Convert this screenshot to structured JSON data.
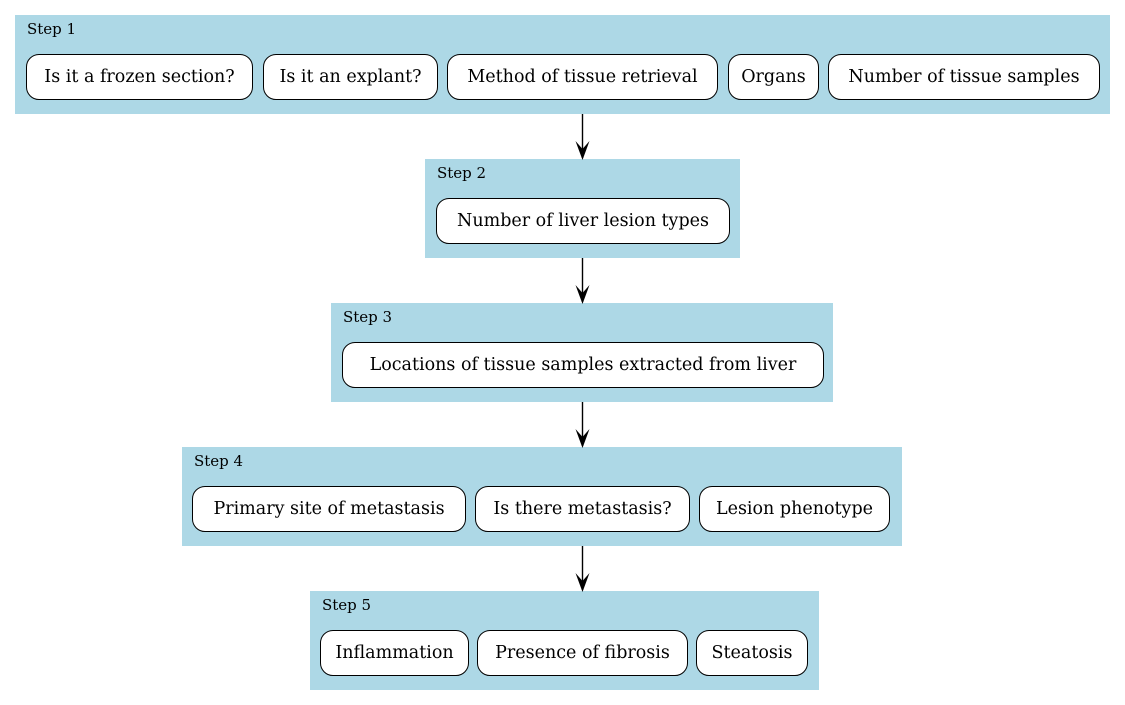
{
  "steps": [
    {
      "title": "Step 1",
      "items": [
        "Is it a frozen section?",
        "Is it an explant?",
        "Method of tissue retrieval",
        "Organs",
        "Number of tissue samples"
      ]
    },
    {
      "title": "Step 2",
      "items": [
        "Number of liver lesion types"
      ]
    },
    {
      "title": "Step 3",
      "items": [
        "Locations of tissue samples extracted from liver"
      ]
    },
    {
      "title": "Step 4",
      "items": [
        "Primary site of metastasis",
        "Is there metastasis?",
        "Lesion phenotype"
      ]
    },
    {
      "title": "Step 5",
      "items": [
        "Inflammation",
        "Presence of fibrosis",
        "Steatosis"
      ]
    }
  ],
  "colors": {
    "step_fill": "#add8e6",
    "node_fill": "#ffffff",
    "edge": "#000000"
  }
}
